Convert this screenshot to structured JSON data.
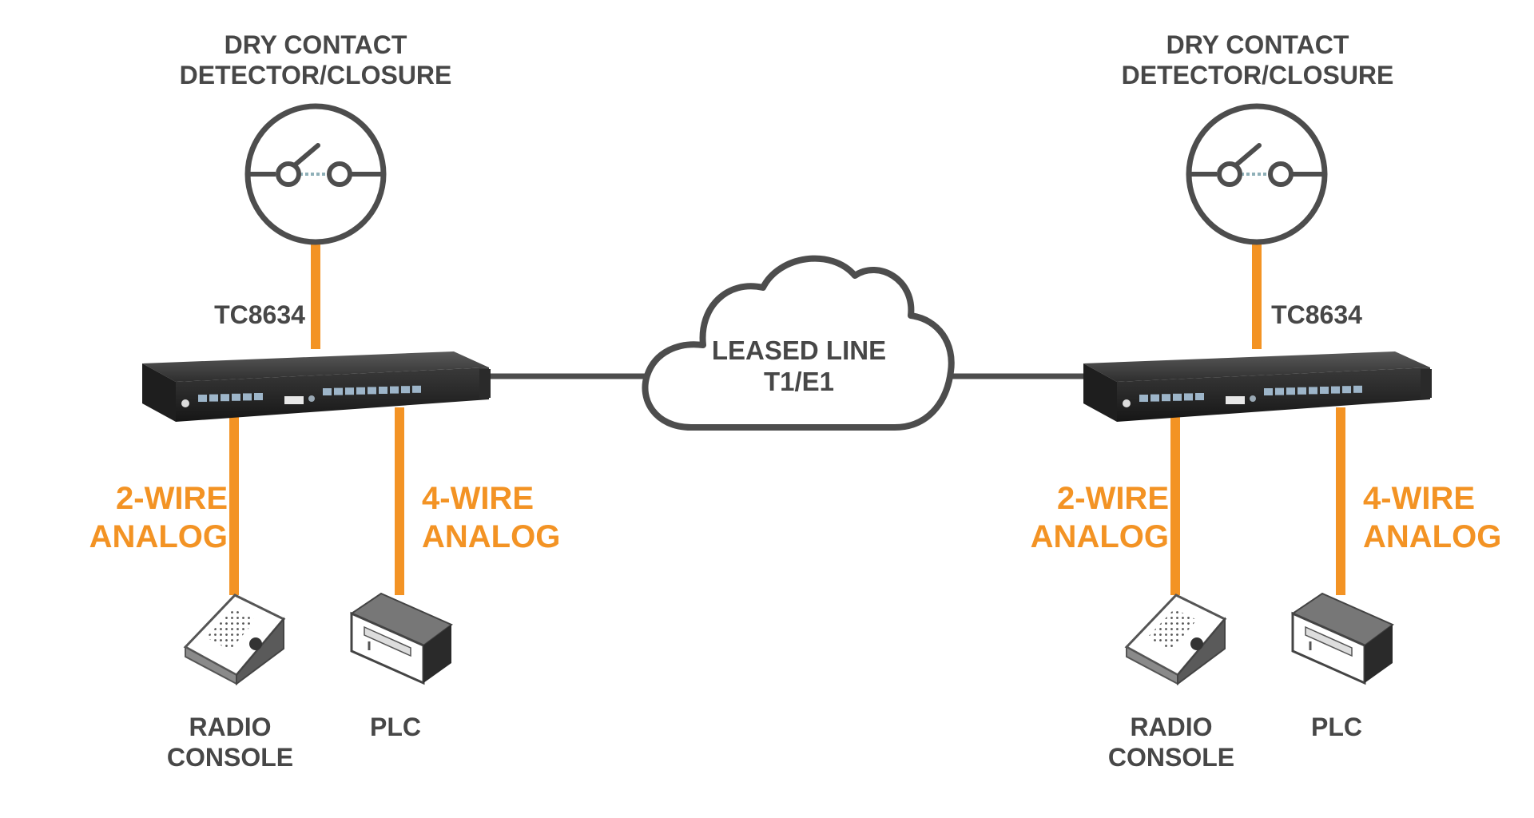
{
  "colors": {
    "orange": "#F39324",
    "text_dark": "#474747",
    "line_gray": "#4D4D4D",
    "device_body": "#2A2A2A",
    "port_blue": "#9DB5C9"
  },
  "cloud": {
    "line1": "LEASED LINE",
    "line2": "T1/E1",
    "icon": "cloud-icon"
  },
  "sites": [
    {
      "detector_line1": "DRY CONTACT",
      "detector_line2": "DETECTOR/CLOSURE",
      "device": "TC8634",
      "left_link_line1": "2-WIRE",
      "left_link_line2": "ANALOG",
      "right_link_line1": "4-WIRE",
      "right_link_line2": "ANALOG",
      "endpoint_a_line1": "RADIO",
      "endpoint_a_line2": "CONSOLE",
      "endpoint_b": "PLC"
    },
    {
      "detector_line1": "DRY CONTACT",
      "detector_line2": "DETECTOR/CLOSURE",
      "device": "TC8634",
      "left_link_line1": "2-WIRE",
      "left_link_line2": "ANALOG",
      "right_link_line1": "4-WIRE",
      "right_link_line2": "ANALOG",
      "endpoint_a_line1": "RADIO",
      "endpoint_a_line2": "CONSOLE",
      "endpoint_b": "PLC"
    }
  ],
  "icons": [
    "dry-contact-switch-icon",
    "tc8634-device-icon",
    "radio-console-icon",
    "plc-icon",
    "cloud-icon"
  ]
}
